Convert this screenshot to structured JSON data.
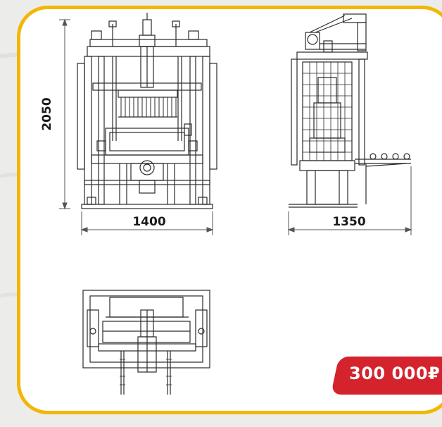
{
  "dimensions": {
    "height": "2050",
    "front_width": "1400",
    "side_width": "1350"
  },
  "price": {
    "text": "300 000₽"
  },
  "colors": {
    "frame": "#f2b705",
    "price_bg": "#d4232c",
    "line": "#2a2a2a"
  }
}
